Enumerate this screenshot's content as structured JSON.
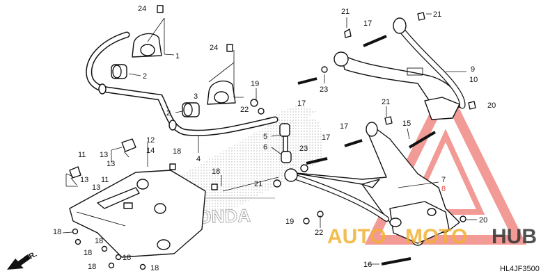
{
  "diagram": {
    "code": "HL4JF3500",
    "direction_label": "FR.",
    "watermark": {
      "left": "AUTO",
      "middle": "MOTO",
      "right": "HUB",
      "emblem_color": "#e8493f",
      "text_color": "#f2b233",
      "hub_color": "#333333"
    },
    "callouts": [
      {
        "id": "c24a",
        "text": "24"
      },
      {
        "id": "c1",
        "text": "1"
      },
      {
        "id": "c2a",
        "text": "2"
      },
      {
        "id": "c3",
        "text": "3"
      },
      {
        "id": "c2b",
        "text": "2"
      },
      {
        "id": "c4",
        "text": "4"
      },
      {
        "id": "c24b",
        "text": "24"
      },
      {
        "id": "c19a",
        "text": "19"
      },
      {
        "id": "c22a",
        "text": "22"
      },
      {
        "id": "c5",
        "text": "5"
      },
      {
        "id": "c6",
        "text": "6"
      },
      {
        "id": "c21a",
        "text": "21"
      },
      {
        "id": "c17a",
        "text": "17"
      },
      {
        "id": "c21b",
        "text": "21"
      },
      {
        "id": "c9",
        "text": "9"
      },
      {
        "id": "c10",
        "text": "10"
      },
      {
        "id": "c17b",
        "text": "17"
      },
      {
        "id": "c23a",
        "text": "23"
      },
      {
        "id": "c20a",
        "text": "20"
      },
      {
        "id": "c21c",
        "text": "21"
      },
      {
        "id": "c15",
        "text": "15"
      },
      {
        "id": "c17c",
        "text": "17"
      },
      {
        "id": "c17d",
        "text": "17"
      },
      {
        "id": "c23b",
        "text": "23"
      },
      {
        "id": "c7",
        "text": "7"
      },
      {
        "id": "c8",
        "text": "8"
      },
      {
        "id": "c21d",
        "text": "21"
      },
      {
        "id": "c18a",
        "text": "18"
      },
      {
        "id": "c19b",
        "text": "19"
      },
      {
        "id": "c22b",
        "text": "22"
      },
      {
        "id": "c20b",
        "text": "20"
      },
      {
        "id": "c16",
        "text": "16"
      },
      {
        "id": "c11a",
        "text": "11"
      },
      {
        "id": "c13a",
        "text": "13"
      },
      {
        "id": "c13b",
        "text": "13"
      },
      {
        "id": "c11b",
        "text": "11"
      },
      {
        "id": "c13c",
        "text": "13"
      },
      {
        "id": "c13d",
        "text": "13"
      },
      {
        "id": "c12",
        "text": "12"
      },
      {
        "id": "c14",
        "text": "14"
      },
      {
        "id": "c18b",
        "text": "18"
      },
      {
        "id": "c18c",
        "text": "18"
      },
      {
        "id": "c18d",
        "text": "18"
      },
      {
        "id": "c18e",
        "text": "18"
      },
      {
        "id": "c18f",
        "text": "18"
      },
      {
        "id": "c18g",
        "text": "18"
      },
      {
        "id": "c18h",
        "text": "18"
      }
    ]
  }
}
